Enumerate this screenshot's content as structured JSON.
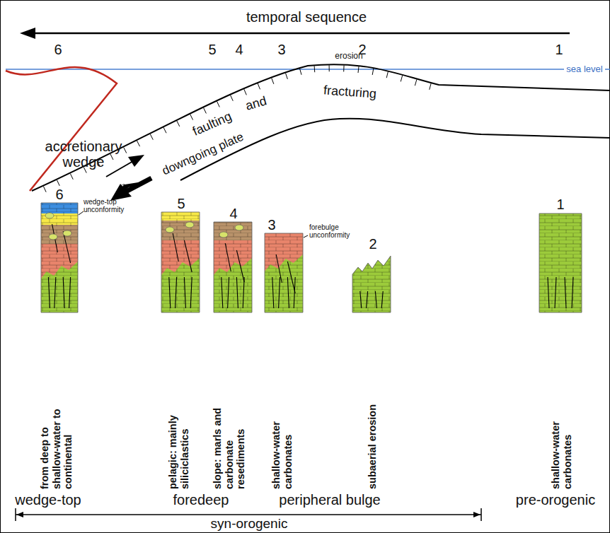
{
  "diagram": {
    "labels": [
      "temporal sequence",
      "6",
      "5",
      "4",
      "3",
      "2",
      "1",
      "erosion",
      "sea level",
      "accretionary wedge",
      "faulting",
      "and",
      "fracturing",
      "downgoing plate",
      "6",
      "5",
      "4",
      "3",
      "2",
      "1",
      "wedge-top unconformity",
      "forebulge unconformity",
      "from deep to shallow-water to continental",
      "pelagic: mainly siliciclastics",
      "slope: marls and carbonate resediments",
      "shallow-water carbonates",
      "subaerial erosion",
      "shallow-water carbonates",
      "wedge-top",
      "foredeep",
      "peripheral bulge",
      "pre-orogenic",
      "syn-orogenic"
    ]
  }
}
